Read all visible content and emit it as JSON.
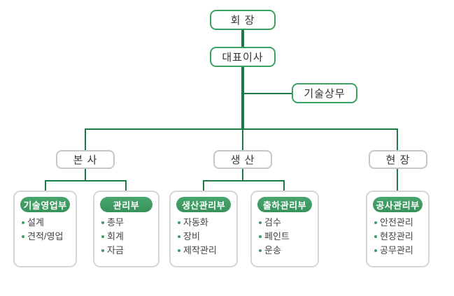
{
  "org": {
    "chairman": {
      "label": "회 장"
    },
    "ceo": {
      "label": "대표이사"
    },
    "advisor": {
      "label": "기술상무"
    },
    "branches": [
      {
        "label": "본 사"
      },
      {
        "label": "생 산"
      },
      {
        "label": "현 장"
      }
    ],
    "departments": [
      {
        "name": "기술영업부",
        "items": [
          "설계",
          "견적/영업"
        ]
      },
      {
        "name": "관리부",
        "items": [
          "총무",
          "회계",
          "자금"
        ]
      },
      {
        "name": "생산관리부",
        "items": [
          "자동화",
          "장비",
          "제작관리"
        ]
      },
      {
        "name": "출하관리부",
        "items": [
          "검수",
          "페인트",
          "운송"
        ]
      },
      {
        "name": "공사관리부",
        "items": [
          "안전관리",
          "현장관리",
          "공무관리"
        ]
      }
    ],
    "colors": {
      "node_border_green": "#3aa162",
      "line_green": "#1b7b45",
      "pill_green": "#3c9b61",
      "gray_border": "#c6c6c6",
      "text_dark": "#333333",
      "bullet_green": "#3e9d63"
    }
  }
}
